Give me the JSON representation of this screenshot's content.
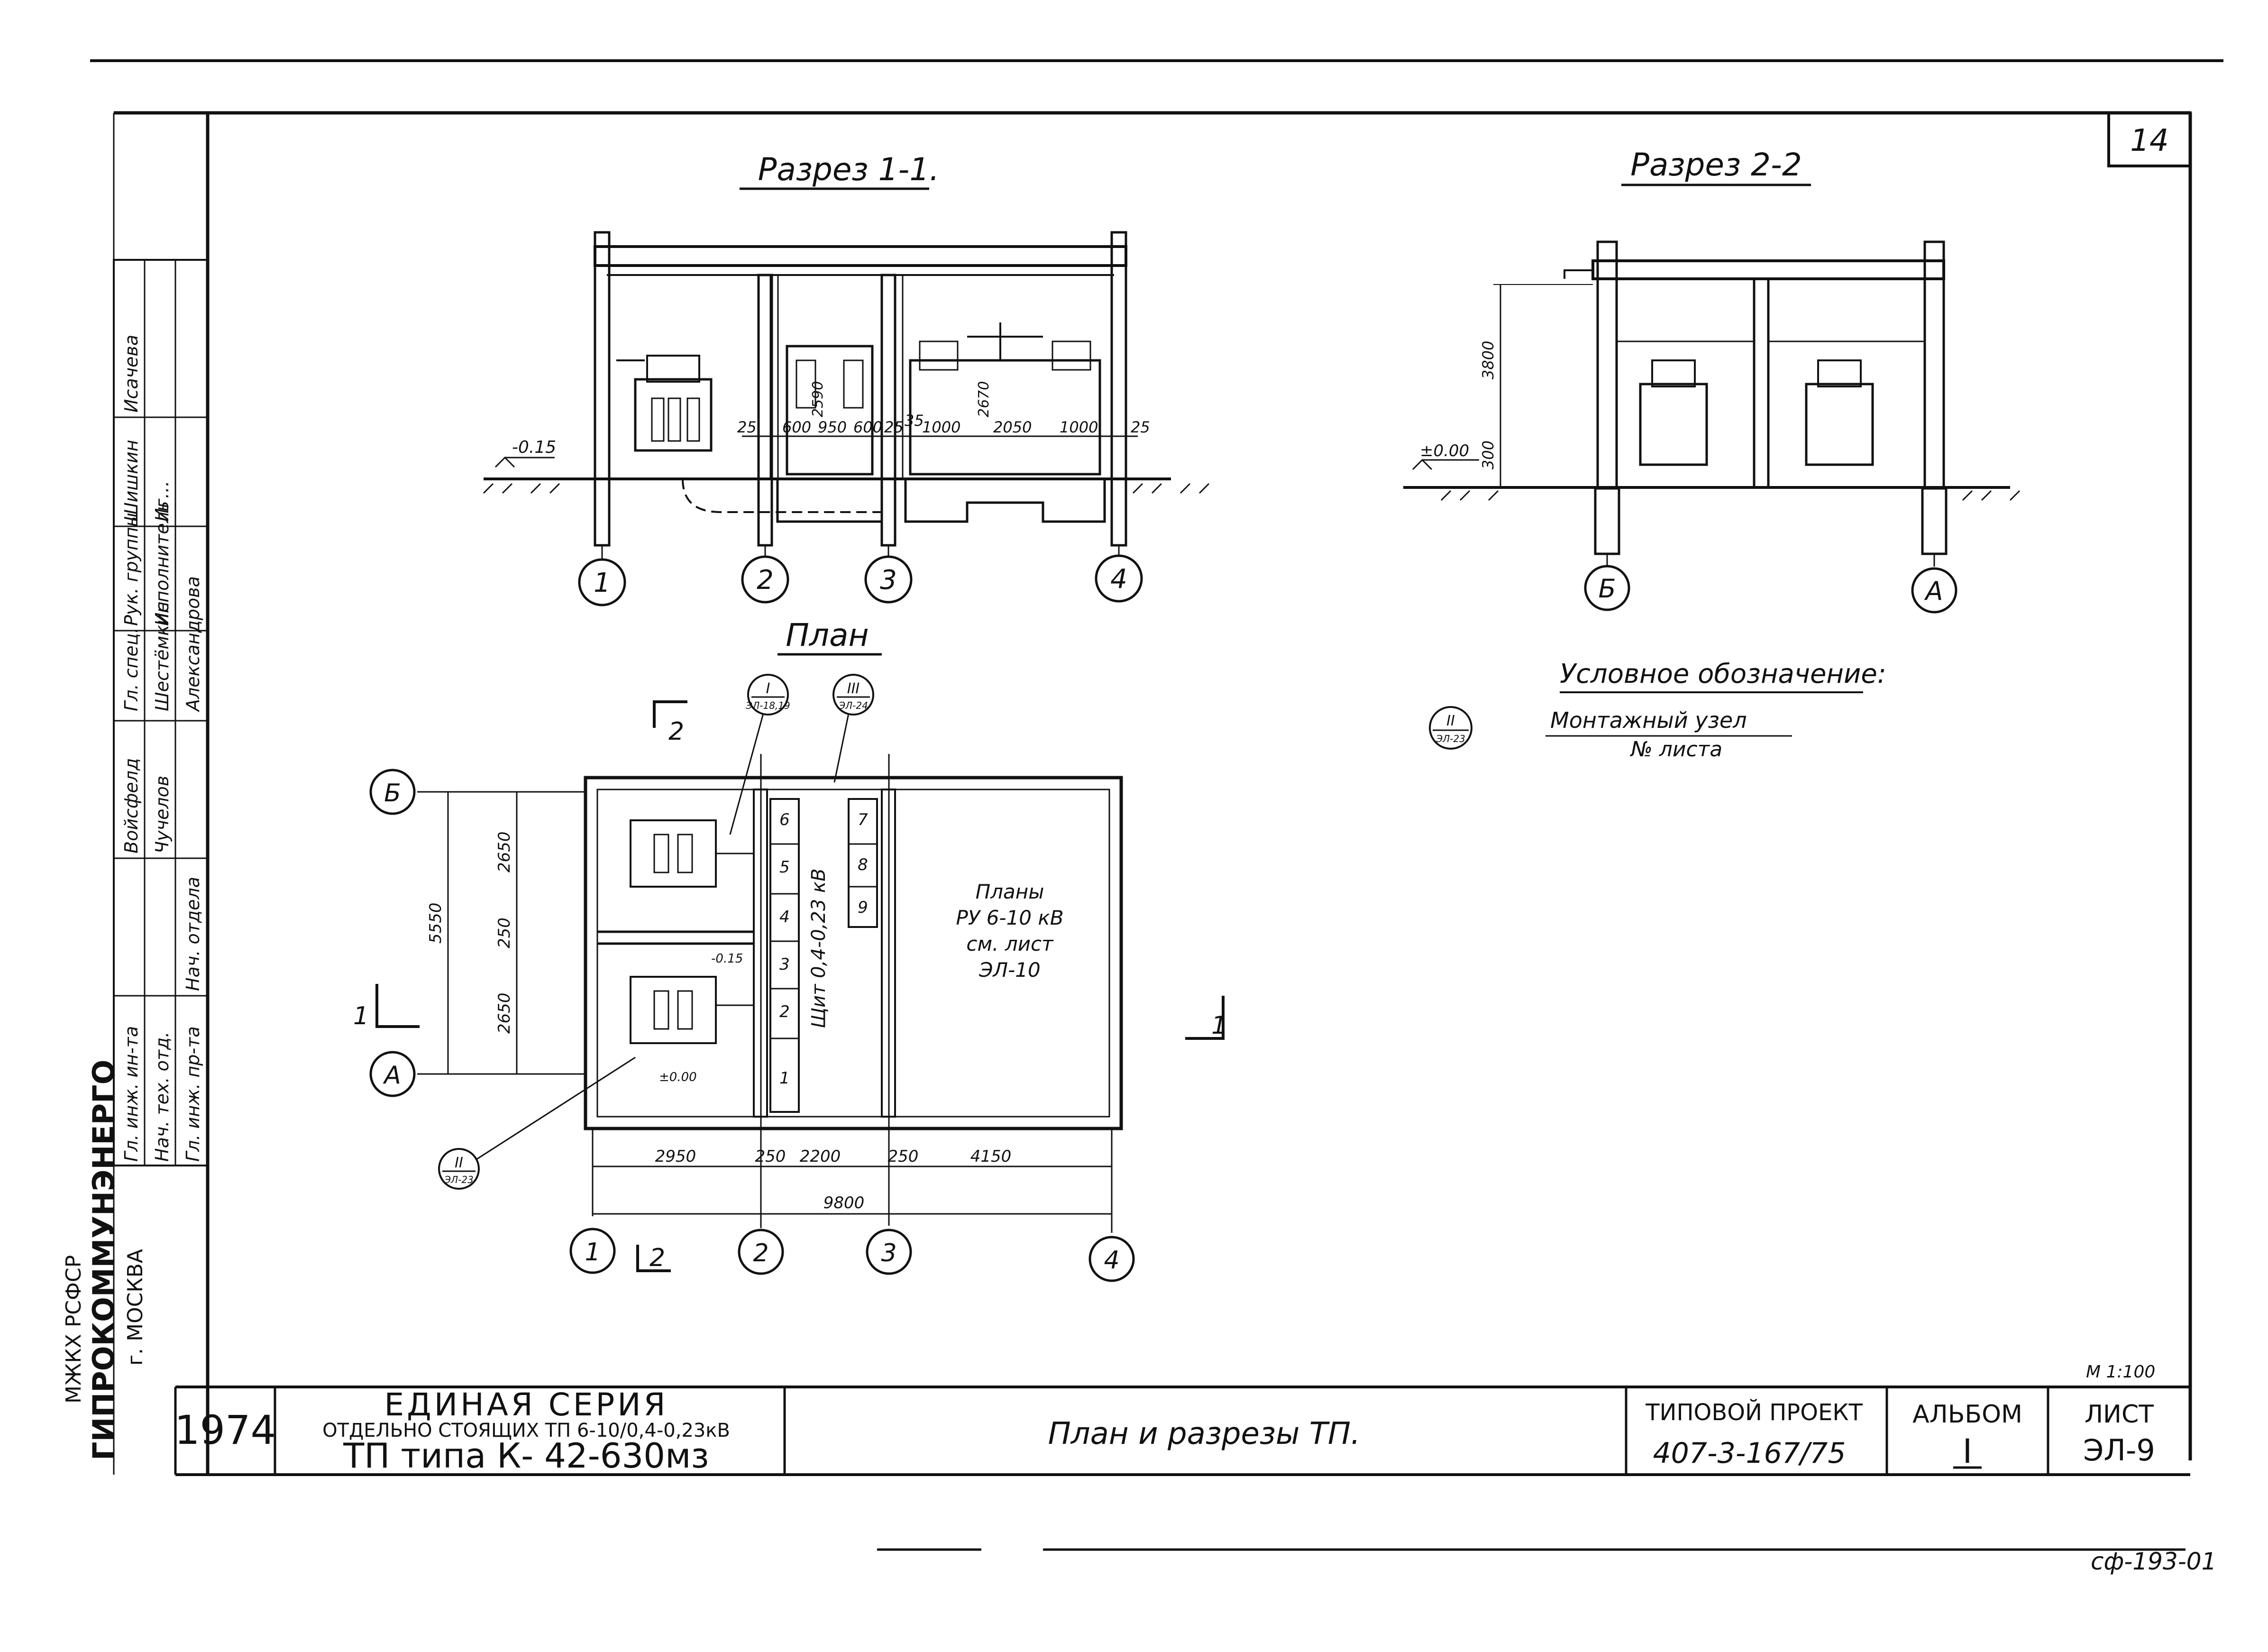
{
  "sheet_number_corner": "14",
  "sections": {
    "section_1_1": {
      "title": "Разрез 1-1.",
      "level_mark": "-0.15",
      "dims": [
        "25",
        "600",
        "950",
        "600",
        "25",
        "35",
        "1000",
        "2050",
        "1000",
        "25"
      ],
      "height_dims": [
        "2590",
        "2670"
      ],
      "axes": [
        "1",
        "2",
        "3",
        "4"
      ]
    },
    "section_2_2": {
      "title": "Разрез 2-2",
      "level_mark": "±0.00",
      "height_dims": [
        "3800",
        "300"
      ],
      "axes": [
        "Б",
        "А"
      ]
    }
  },
  "plan": {
    "title": "План",
    "rows": [
      "Б",
      "А"
    ],
    "cols": [
      "1",
      "2",
      "3",
      "4"
    ],
    "overall_vertical": "5550",
    "vertical_dims": [
      "2650",
      "250",
      "2650"
    ],
    "horizontal_dims": [
      "2950",
      "250",
      "2200",
      "250",
      "4150"
    ],
    "overall_horizontal": "9800",
    "section_marks": [
      "2",
      "2",
      "1",
      "1"
    ],
    "callouts": [
      {
        "top": "I",
        "bottom": "ЭЛ-18,19"
      },
      {
        "top": "III",
        "bottom": "ЭЛ-24"
      },
      {
        "top": "II",
        "bottom": "ЭЛ-23"
      }
    ],
    "panel_numbers_left": [
      "1",
      "2",
      "3",
      "4",
      "5",
      "6"
    ],
    "panel_numbers_right": [
      "9",
      "8",
      "7"
    ],
    "shield_label": "Щит 0,4-0,23 кВ",
    "ru_label": [
      "Планы",
      "РУ 6-10 кВ",
      "см. лист",
      "ЭЛ-10"
    ],
    "level_marks": [
      "-0.15",
      "±0.00"
    ]
  },
  "legend": {
    "title": "Условное обозначение:",
    "symbol_top": "II",
    "symbol_bottom": "ЭЛ-23",
    "line1": "Монтажный узел",
    "line2": "№ листа"
  },
  "stamp": {
    "org_line1": "МЖКХ РСФСР",
    "org_line2": "ГИПРОКОММУНЭНЕРГО",
    "org_line3": "г. МОСКВА",
    "roles": [
      "Гл. инж. ин-та",
      "Нач. тех. отд.",
      "Гл. инж. пр-та",
      "Нач. отдела"
    ],
    "roles_right": [
      "Гл. спец.",
      "Рук. группы",
      "Исполнитель",
      ""
    ],
    "names": [
      "Чучелов",
      "Войсфелд",
      "Шестёмкин",
      "Александрова"
    ],
    "names_right": [
      "",
      "Шишкин",
      "Иг…",
      "Исачева"
    ],
    "year": "1974",
    "series_title": "ЕДИНАЯ СЕРИЯ",
    "series_sub": "ОТДЕЛЬНО СТОЯЩИХ ТП 6-10/0,4-0,23кВ",
    "series_type": "ТП типа К- 42-630мз",
    "drawing_title": "План и разрезы ТП.",
    "scale": "М 1:100",
    "project_label": "ТИПОВОЙ ПРОЕКТ",
    "project_number": "407-3-167/75",
    "album_label": "АЛЬБОМ",
    "album_value": "I",
    "sheet_label": "ЛИСТ",
    "sheet_value": "ЭЛ-9",
    "footer_code": "сф-193-01"
  }
}
